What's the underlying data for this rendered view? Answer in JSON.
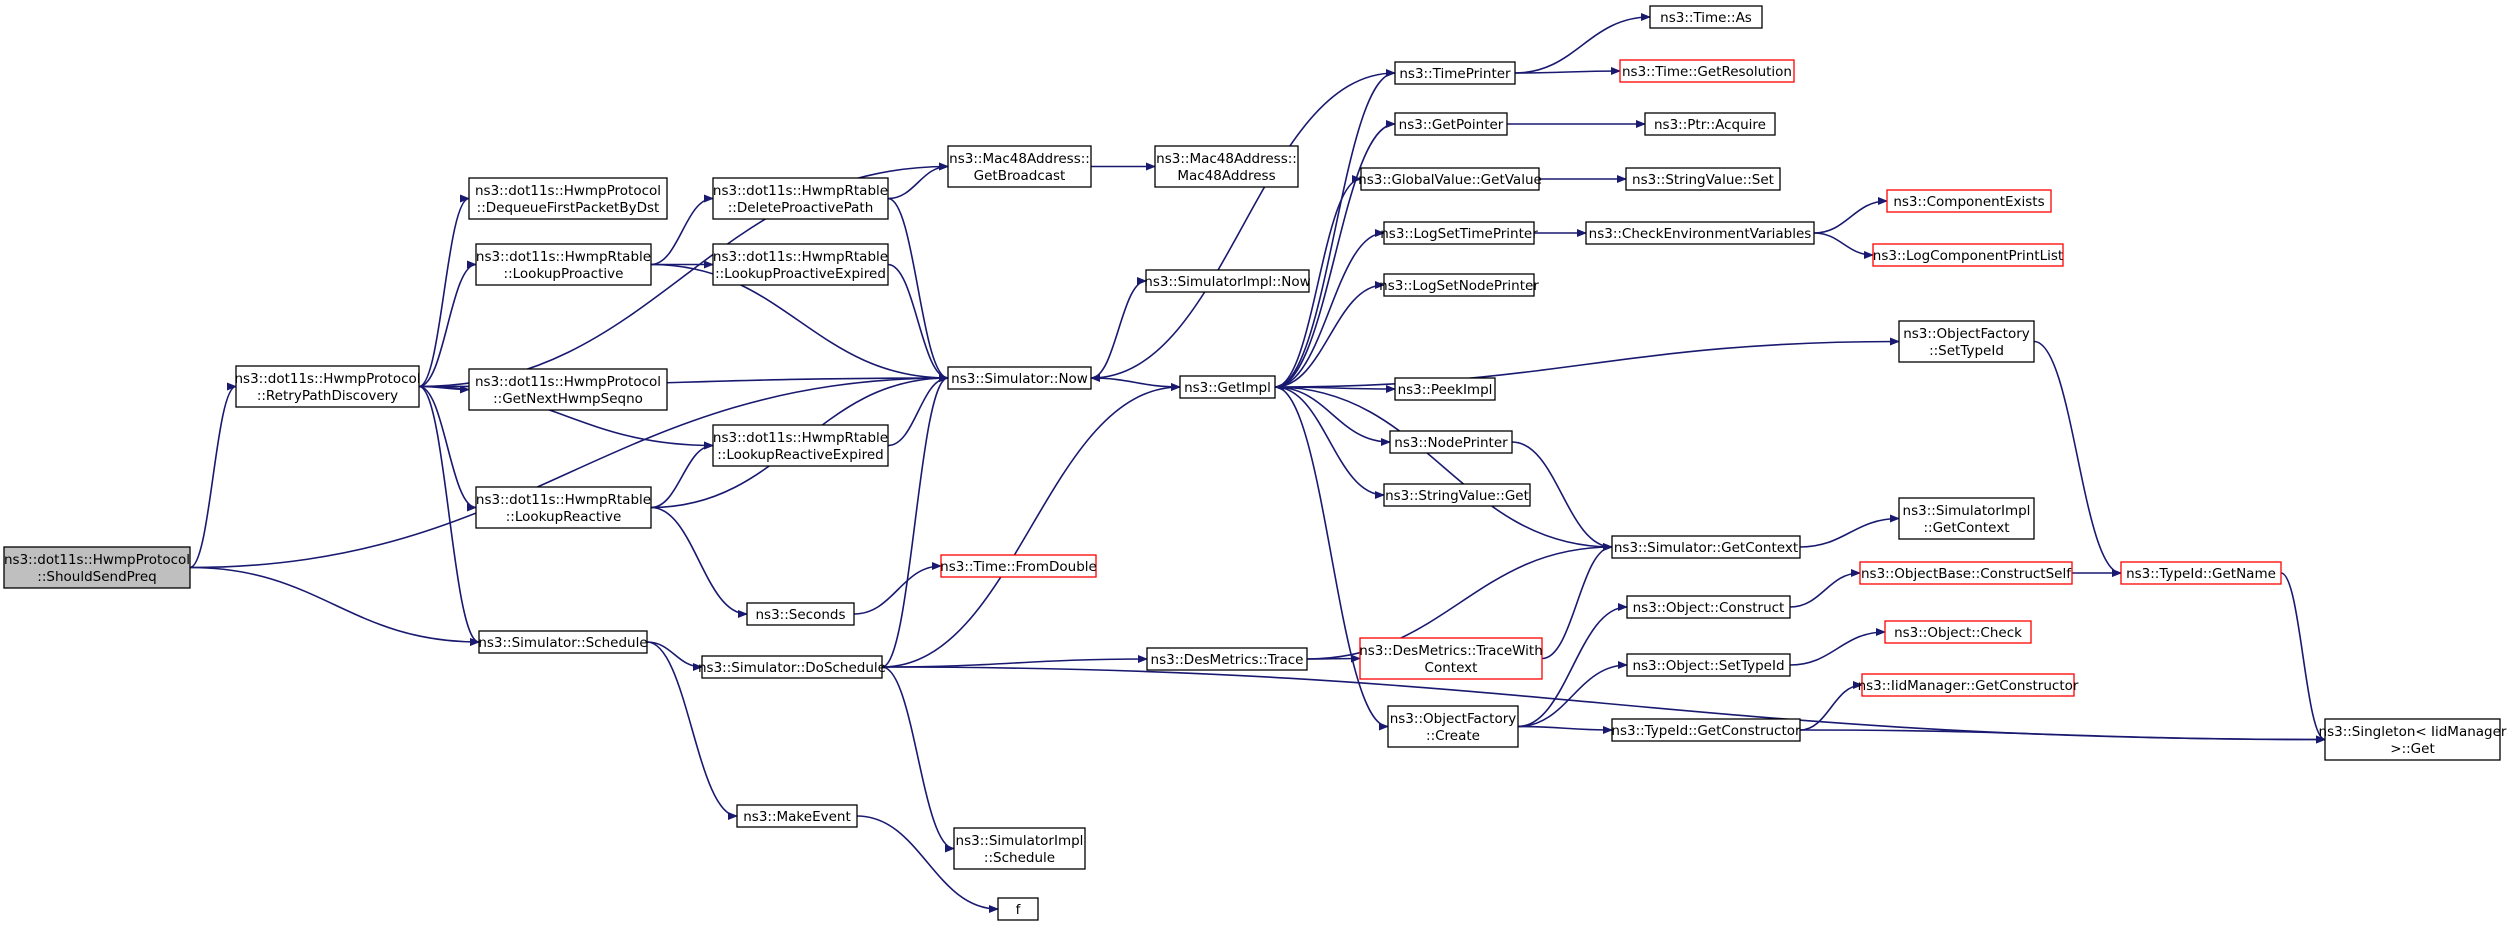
{
  "colors": {
    "edge": "#191970",
    "node_border": "#000000",
    "node_border_incomplete": "#ff0000",
    "root_fill": "#bfbfbf",
    "node_fill": "#ffffff"
  },
  "nodes": [
    {
      "id": "ShouldSendPreq",
      "lines": [
        "ns3::dot11s::HwmpProtocol",
        "::ShouldSendPreq"
      ],
      "root": true
    },
    {
      "id": "RetryPathDiscovery",
      "lines": [
        "ns3::dot11s::HwmpProtocol",
        "::RetryPathDiscovery"
      ]
    },
    {
      "id": "DequeueFirstPacketByDst",
      "lines": [
        "ns3::dot11s::HwmpProtocol",
        "::DequeueFirstPacketByDst"
      ]
    },
    {
      "id": "LookupProactive",
      "lines": [
        "ns3::dot11s::HwmpRtable",
        "::LookupProactive"
      ]
    },
    {
      "id": "GetNextHwmpSeqno",
      "lines": [
        "ns3::dot11s::HwmpProtocol",
        "::GetNextHwmpSeqno"
      ]
    },
    {
      "id": "LookupReactive",
      "lines": [
        "ns3::dot11s::HwmpRtable",
        "::LookupReactive"
      ]
    },
    {
      "id": "SimulatorSchedule",
      "lines": [
        "ns3::Simulator::Schedule"
      ]
    },
    {
      "id": "DeleteProactivePath",
      "lines": [
        "ns3::dot11s::HwmpRtable",
        "::DeleteProactivePath"
      ]
    },
    {
      "id": "LookupProactiveExpired",
      "lines": [
        "ns3::dot11s::HwmpRtable",
        "::LookupProactiveExpired"
      ]
    },
    {
      "id": "LookupReactiveExpired",
      "lines": [
        "ns3::dot11s::HwmpRtable",
        "::LookupReactiveExpired"
      ]
    },
    {
      "id": "Seconds",
      "lines": [
        "ns3::Seconds"
      ]
    },
    {
      "id": "DoSchedule",
      "lines": [
        "ns3::Simulator::DoSchedule"
      ]
    },
    {
      "id": "MakeEvent",
      "lines": [
        "ns3::MakeEvent"
      ]
    },
    {
      "id": "GetBroadcast",
      "lines": [
        "ns3::Mac48Address::",
        "GetBroadcast"
      ]
    },
    {
      "id": "SimulatorNow",
      "lines": [
        "ns3::Simulator::Now"
      ]
    },
    {
      "id": "TimeFromDouble",
      "lines": [
        "ns3::Time::FromDouble"
      ],
      "incomplete": true
    },
    {
      "id": "ImplSchedule",
      "lines": [
        "ns3::SimulatorImpl",
        "::Schedule"
      ]
    },
    {
      "id": "f",
      "lines": [
        "f"
      ]
    },
    {
      "id": "Mac48Address",
      "lines": [
        "ns3::Mac48Address::",
        "Mac48Address"
      ]
    },
    {
      "id": "ImplNow",
      "lines": [
        "ns3::SimulatorImpl::Now"
      ]
    },
    {
      "id": "GetImpl",
      "lines": [
        "ns3::GetImpl"
      ]
    },
    {
      "id": "DesTrace",
      "lines": [
        "ns3::DesMetrics::Trace"
      ]
    },
    {
      "id": "TimePrinter",
      "lines": [
        "ns3::TimePrinter"
      ]
    },
    {
      "id": "GetPointer",
      "lines": [
        "ns3::GetPointer"
      ]
    },
    {
      "id": "GlobalGetValue",
      "lines": [
        "ns3::GlobalValue::GetValue"
      ]
    },
    {
      "id": "LogSetTimePrinter",
      "lines": [
        "ns3::LogSetTimePrinter"
      ]
    },
    {
      "id": "LogSetNodePrinter",
      "lines": [
        "ns3::LogSetNodePrinter"
      ]
    },
    {
      "id": "PeekImpl",
      "lines": [
        "ns3::PeekImpl"
      ]
    },
    {
      "id": "NodePrinter",
      "lines": [
        "ns3::NodePrinter"
      ]
    },
    {
      "id": "StringGet",
      "lines": [
        "ns3::StringValue::Get"
      ]
    },
    {
      "id": "TraceWithContext",
      "lines": [
        "ns3::DesMetrics::TraceWith",
        "Context"
      ],
      "incomplete": true
    },
    {
      "id": "ObjFactoryCreate",
      "lines": [
        "ns3::ObjectFactory",
        "::Create"
      ]
    },
    {
      "id": "TimeAs",
      "lines": [
        "ns3::Time::As"
      ]
    },
    {
      "id": "TimeGetResolution",
      "lines": [
        "ns3::Time::GetResolution"
      ],
      "incomplete": true
    },
    {
      "id": "PtrAcquire",
      "lines": [
        "ns3::Ptr::Acquire"
      ]
    },
    {
      "id": "StringSet",
      "lines": [
        "ns3::StringValue::Set"
      ]
    },
    {
      "id": "CheckEnv",
      "lines": [
        "ns3::CheckEnvironmentVariables"
      ]
    },
    {
      "id": "GetContext",
      "lines": [
        "ns3::Simulator::GetContext"
      ]
    },
    {
      "id": "ObjConstruct",
      "lines": [
        "ns3::Object::Construct"
      ]
    },
    {
      "id": "ObjSetTypeId",
      "lines": [
        "ns3::Object::SetTypeId"
      ]
    },
    {
      "id": "TypeIdGetConstructor",
      "lines": [
        "ns3::TypeId::GetConstructor"
      ]
    },
    {
      "id": "ComponentExists",
      "lines": [
        "ns3::ComponentExists"
      ],
      "incomplete": true
    },
    {
      "id": "LogComponentPrintList",
      "lines": [
        "ns3::LogComponentPrintList"
      ],
      "incomplete": true
    },
    {
      "id": "ObjFactorySetTypeId",
      "lines": [
        "ns3::ObjectFactory",
        "::SetTypeId"
      ]
    },
    {
      "id": "ImplGetContext",
      "lines": [
        "ns3::SimulatorImpl",
        "::GetContext"
      ]
    },
    {
      "id": "ConstructSelf",
      "lines": [
        "ns3::ObjectBase::ConstructSelf"
      ],
      "incomplete": true
    },
    {
      "id": "ObjCheck",
      "lines": [
        "ns3::Object::Check"
      ],
      "incomplete": true
    },
    {
      "id": "IidGetConstructor",
      "lines": [
        "ns3::IidManager::GetConstructor"
      ],
      "incomplete": true
    },
    {
      "id": "TypeIdGetName",
      "lines": [
        "ns3::TypeId::GetName"
      ],
      "incomplete": true
    },
    {
      "id": "SingletonGet",
      "lines": [
        "ns3::Singleton< IidManager",
        ">::Get"
      ]
    }
  ],
  "edges": [
    [
      "ShouldSendPreq",
      "RetryPathDiscovery"
    ],
    [
      "ShouldSendPreq",
      "SimulatorNow"
    ],
    [
      "ShouldSendPreq",
      "SimulatorSchedule"
    ],
    [
      "RetryPathDiscovery",
      "GetBroadcast"
    ],
    [
      "RetryPathDiscovery",
      "DequeueFirstPacketByDst"
    ],
    [
      "RetryPathDiscovery",
      "LookupProactive"
    ],
    [
      "RetryPathDiscovery",
      "SimulatorNow"
    ],
    [
      "RetryPathDiscovery",
      "GetNextHwmpSeqno"
    ],
    [
      "RetryPathDiscovery",
      "LookupReactiveExpired"
    ],
    [
      "RetryPathDiscovery",
      "LookupReactive"
    ],
    [
      "RetryPathDiscovery",
      "SimulatorSchedule"
    ],
    [
      "LookupProactive",
      "DeleteProactivePath"
    ],
    [
      "LookupProactive",
      "LookupProactiveExpired"
    ],
    [
      "LookupProactive",
      "SimulatorNow"
    ],
    [
      "LookupReactive",
      "LookupReactiveExpired"
    ],
    [
      "LookupReactive",
      "SimulatorNow"
    ],
    [
      "LookupReactive",
      "Seconds"
    ],
    [
      "DeleteProactivePath",
      "GetBroadcast"
    ],
    [
      "DeleteProactivePath",
      "SimulatorNow"
    ],
    [
      "LookupProactiveExpired",
      "SimulatorNow"
    ],
    [
      "LookupReactiveExpired",
      "SimulatorNow"
    ],
    [
      "Seconds",
      "TimeFromDouble"
    ],
    [
      "SimulatorSchedule",
      "DoSchedule"
    ],
    [
      "SimulatorSchedule",
      "MakeEvent"
    ],
    [
      "DoSchedule",
      "SimulatorNow"
    ],
    [
      "DoSchedule",
      "GetImpl"
    ],
    [
      "DoSchedule",
      "DesTrace"
    ],
    [
      "DoSchedule",
      "ImplSchedule"
    ],
    [
      "DoSchedule",
      "SingletonGet"
    ],
    [
      "MakeEvent",
      "f"
    ],
    [
      "GetBroadcast",
      "Mac48Address"
    ],
    [
      "SimulatorNow",
      "ImplNow"
    ],
    [
      "SimulatorNow",
      "GetImpl"
    ],
    [
      "GetImpl",
      "TimePrinter"
    ],
    [
      "GetImpl",
      "GetPointer"
    ],
    [
      "GetImpl",
      "GlobalGetValue"
    ],
    [
      "GetImpl",
      "LogSetTimePrinter"
    ],
    [
      "GetImpl",
      "LogSetNodePrinter"
    ],
    [
      "GetImpl",
      "ObjFactorySetTypeId"
    ],
    [
      "GetImpl",
      "PeekImpl"
    ],
    [
      "GetImpl",
      "NodePrinter"
    ],
    [
      "GetImpl",
      "StringGet"
    ],
    [
      "GetImpl",
      "ObjFactoryCreate"
    ],
    [
      "TimePrinter",
      "SimulatorNow"
    ],
    [
      "TimePrinter",
      "TimeAs"
    ],
    [
      "TimePrinter",
      "TimeGetResolution"
    ],
    [
      "GetPointer",
      "PtrAcquire"
    ],
    [
      "GlobalGetValue",
      "StringSet"
    ],
    [
      "LogSetTimePrinter",
      "CheckEnv"
    ],
    [
      "CheckEnv",
      "ComponentExists"
    ],
    [
      "CheckEnv",
      "LogComponentPrintList"
    ],
    [
      "NodePrinter",
      "GetContext"
    ],
    [
      "GetContext",
      "GetImpl"
    ],
    [
      "GetContext",
      "ImplGetContext"
    ],
    [
      "DesTrace",
      "GetContext"
    ],
    [
      "DesTrace",
      "TraceWithContext"
    ],
    [
      "TraceWithContext",
      "GetContext"
    ],
    [
      "ObjFactoryCreate",
      "ObjConstruct"
    ],
    [
      "ObjFactoryCreate",
      "ObjSetTypeId"
    ],
    [
      "ObjFactoryCreate",
      "TypeIdGetConstructor"
    ],
    [
      "ObjConstruct",
      "ConstructSelf"
    ],
    [
      "ObjSetTypeId",
      "ObjCheck"
    ],
    [
      "TypeIdGetConstructor",
      "IidGetConstructor"
    ],
    [
      "TypeIdGetConstructor",
      "SingletonGet"
    ],
    [
      "ConstructSelf",
      "TypeIdGetName"
    ],
    [
      "ObjFactorySetTypeId",
      "TypeIdGetName"
    ],
    [
      "TypeIdGetName",
      "SingletonGet"
    ]
  ]
}
